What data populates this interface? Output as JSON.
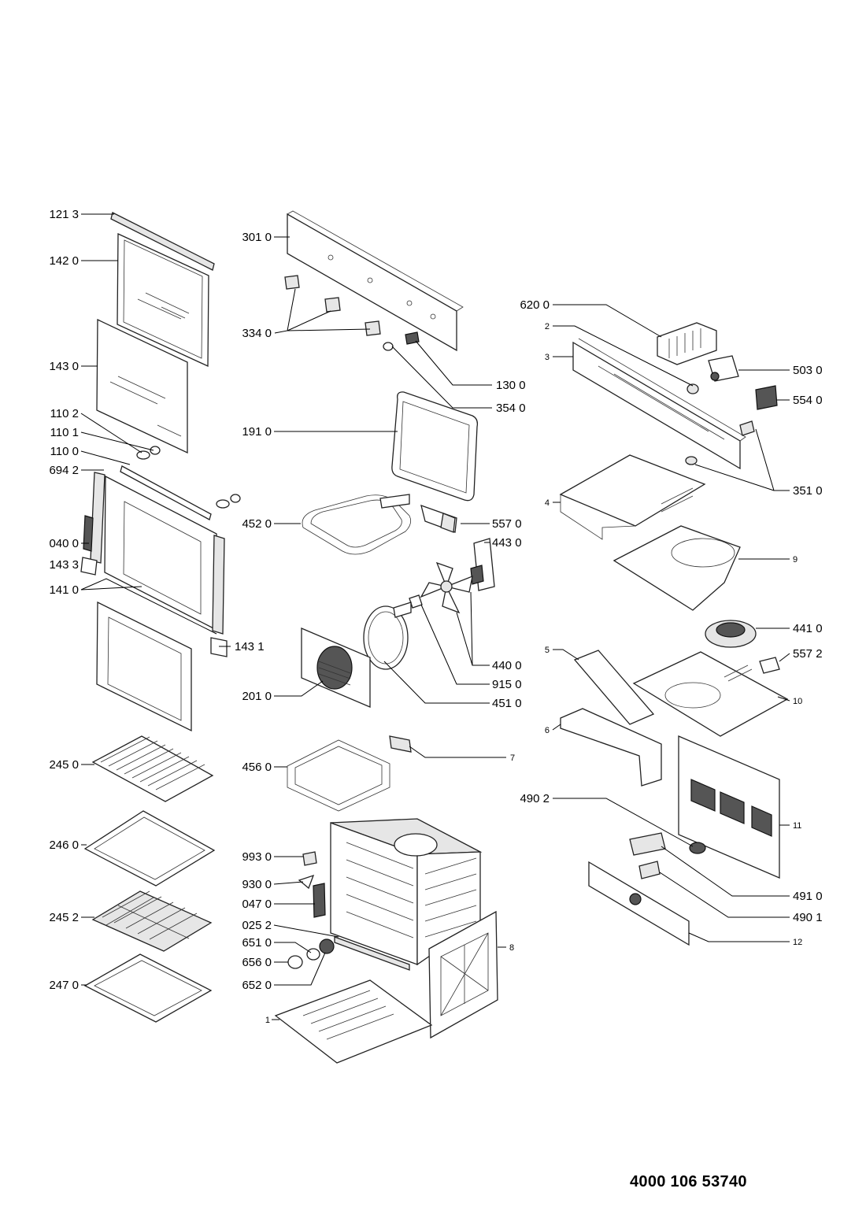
{
  "labels": {
    "p1213": "121 3",
    "p1420": "142 0",
    "p1430": "143 0",
    "p1102": "110 2",
    "p1101": "110 1",
    "p1100": "110 0",
    "p6942": "694 2",
    "p0400": "040 0",
    "p1433": "143 3",
    "p1410": "141 0",
    "p1431": "143 1",
    "p2450": "245 0",
    "p2460": "246 0",
    "p2452": "245 2",
    "p2470": "247 0",
    "p3010": "301 0",
    "p3340": "334 0",
    "p1300": "130 0",
    "p3540": "354 0",
    "p1910": "191 0",
    "p4520": "452 0",
    "p5570": "557 0",
    "p4430": "443 0",
    "p4400": "440 0",
    "p9150": "915 0",
    "p4510": "451 0",
    "p2010": "201 0",
    "p4560": "456 0",
    "p7": "7",
    "p9930": "993 0",
    "p9300": "930 0",
    "p0470": "047 0",
    "p0252": "025 2",
    "p6510": "651 0",
    "p6560": "656 0",
    "p6520": "652 0",
    "p1": "1",
    "p8": "8",
    "p6200": "620 0",
    "p2": "2",
    "p3": "3",
    "p5030": "503 0",
    "p5540": "554 0",
    "p3510": "351 0",
    "p4": "4",
    "p9": "9",
    "p4410": "441 0",
    "p5572": "557 2",
    "p5": "5",
    "p10": "10",
    "p6": "6",
    "p11": "11",
    "p4902": "490 2",
    "p4910": "491 0",
    "p4901": "490 1",
    "p12": "12"
  },
  "document_number": "4000 106 53740"
}
